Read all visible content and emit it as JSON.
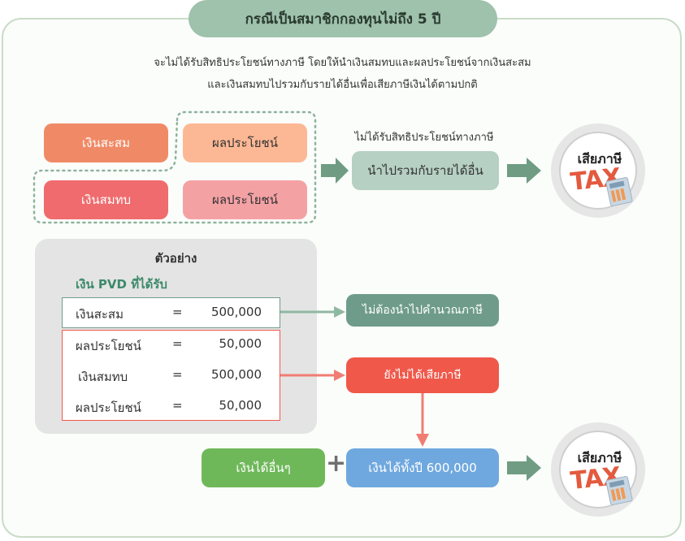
{
  "title": "กรณีเป็นสมาชิกกองทุนไม่ถึง 5 ปี",
  "description": {
    "line1": "จะไม่ได้รับสิทธิประโยชน์ทางภาษี โดยให้นำเงินสมทบและผลประโยชน์จากเงินสะสม",
    "line2": "และเงินสมทบไปรวมกับรายได้อื่นเพื่อเสียภาษีเงินได้ตามปกติ"
  },
  "top": {
    "savings": "เงินสะสม",
    "savings_benefit": "ผลประโยชน์",
    "contribution": "เงินสมทบ",
    "contribution_benefit": "ผลประโยชน์",
    "no_tax_benefit": "ไม่ได้รับสิทธิประโยชน์ทางภาษี",
    "combine_income": "นำไปรวมกับรายได้อื่น"
  },
  "tax_badge": {
    "title": "เสียภาษี",
    "word": "TAX"
  },
  "example": {
    "title": "ตัวอย่าง",
    "subtitle": "เงิน PVD ที่ได้รับ",
    "eq": "=",
    "rows": [
      {
        "label": "เงินสะสม",
        "value": "500,000"
      },
      {
        "label": "ผลประโยชน์",
        "value": "50,000"
      },
      {
        "label": "เงินสมทบ",
        "value": "500,000"
      },
      {
        "label": "ผลประโยชน์",
        "value": "50,000"
      }
    ],
    "not_counted": "ไม่ต้องนำไปคำนวณภาษี",
    "not_taxed_yet": "ยังไม่ได้เสียภาษี"
  },
  "bottom": {
    "other_income": "เงินได้อื่นๆ",
    "plus": "+",
    "annual_income": "เงินได้ทั้งปี 600,000"
  },
  "colors": {
    "frame": "#c9dcc8",
    "title_pill": "#9ec2ab",
    "savings": "#f08a66",
    "benefit_light": "#fcb894",
    "contribution": "#f06b6d",
    "benefit_pink": "#f4a1a4",
    "sage_box": "#b6d0c3",
    "green_arrow": "#6f9c83",
    "teal_box": "#6f9c8a",
    "red_box": "#f0584a",
    "green_box": "#6fb85a",
    "blue_box": "#6fa8de",
    "example_bg": "#e4e4e4",
    "dotted": "#8fb39e"
  }
}
